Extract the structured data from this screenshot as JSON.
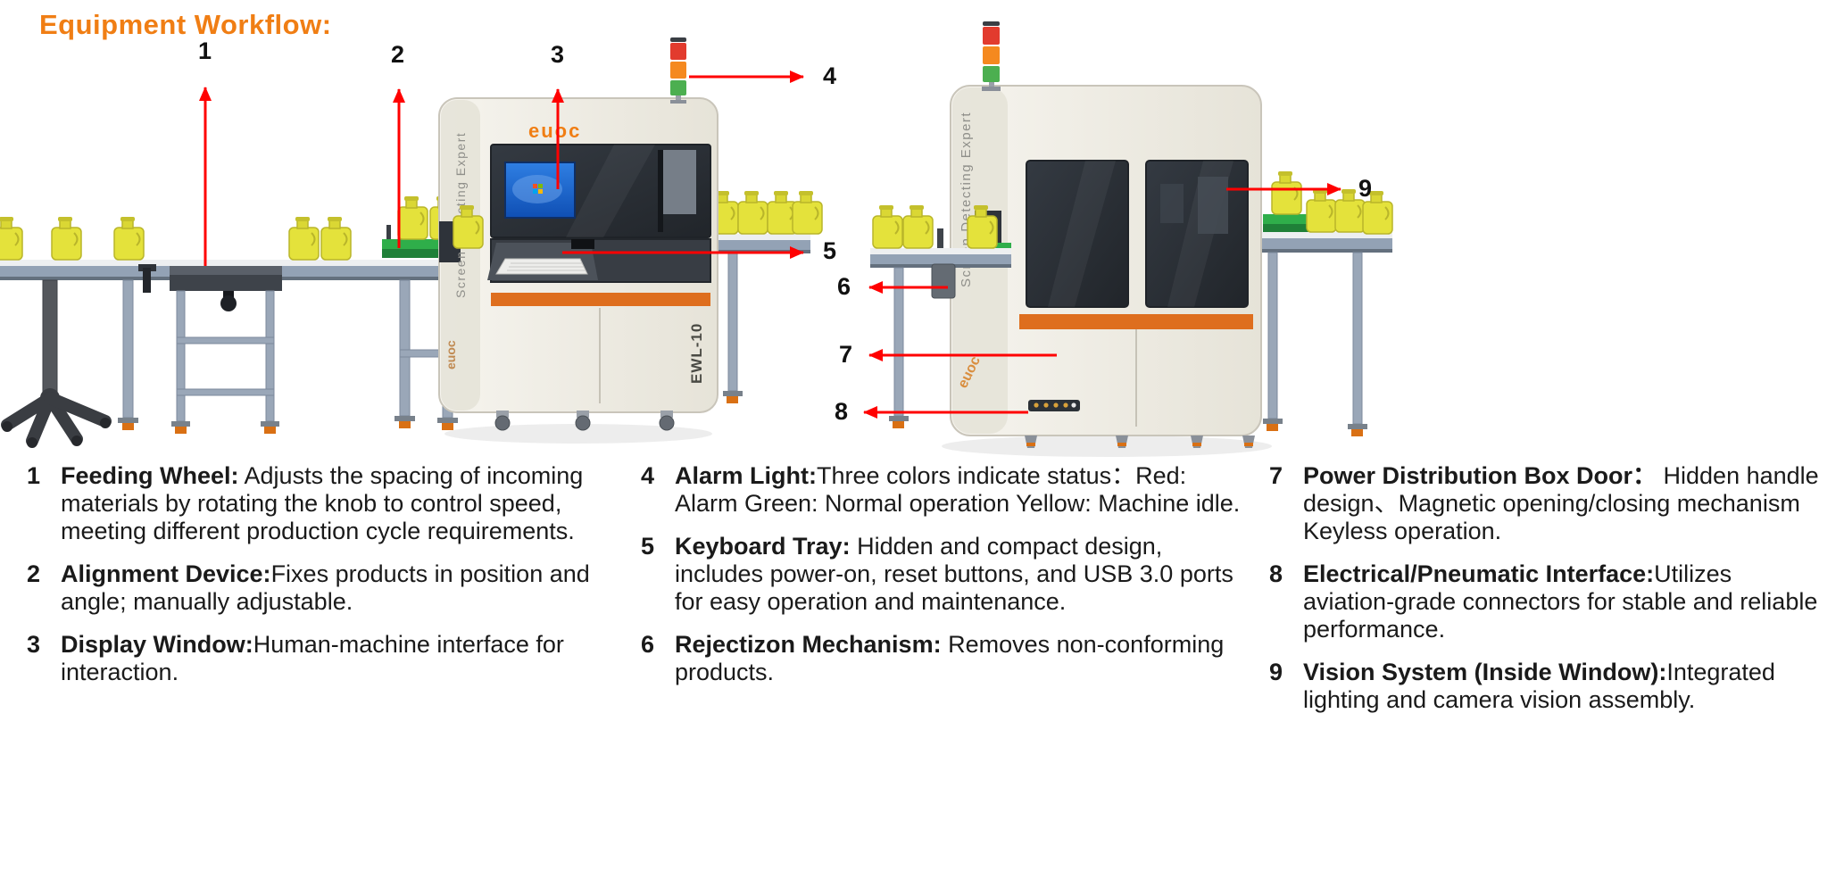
{
  "title": "Equipment Workflow:",
  "illustration": {
    "machine1": {
      "brand": "euoc",
      "side_text": "Screen Detecting Expert",
      "model": "EWL-10",
      "brand_side": "euoc"
    },
    "machine2": {
      "side_text": "Screen Detecting Expert",
      "brand_side": "euoc"
    }
  },
  "colors": {
    "accent_orange": "#F07E14",
    "arrow_red": "#FF0000",
    "machine_body": "#EFECE4",
    "stripe_orange": "#DE6E1E",
    "jug_yellow": "#E4E23B",
    "alarm_red": "#E23B2E",
    "alarm_orange": "#F5891F",
    "alarm_green": "#4CAF50"
  },
  "callouts": [
    {
      "num": "1"
    },
    {
      "num": "2"
    },
    {
      "num": "3"
    },
    {
      "num": "4"
    },
    {
      "num": "5"
    },
    {
      "num": "6"
    },
    {
      "num": "7"
    },
    {
      "num": "8"
    },
    {
      "num": "9"
    }
  ],
  "legend": [
    {
      "num": "1",
      "term": "Feeding Wheel:",
      "desc": " Adjusts the spacing of incoming materials by rotating the knob to control speed, meeting different production cycle requirements."
    },
    {
      "num": "2",
      "term": "Alignment Device:",
      "desc": "Fixes products in position and angle; manually adjustable."
    },
    {
      "num": "3",
      "term": "Display Window:",
      "desc": "Human-machine interface for interaction."
    },
    {
      "num": "4",
      "term": "Alarm Light:",
      "desc": "Three colors indicate status：Red: Alarm Green: Normal operation Yellow: Machine idle."
    },
    {
      "num": "5",
      "term": "Keyboard Tray:",
      "desc": " Hidden and compact design, includes power-on, reset buttons, and USB 3.0 ports for easy operation and maintenance."
    },
    {
      "num": "6",
      "term": "Rejectizon Mechanism:",
      "desc": " Removes non-conforming products."
    },
    {
      "num": "7",
      "term": "Power Distribution Box Door：",
      "desc": " Hidden handle design、Magnetic opening/closing mechanism Keyless operation."
    },
    {
      "num": "8",
      "term": "Electrical/Pneumatic Interface:",
      "desc": "Utilizes aviation-grade connectors for stable and reliable performance."
    },
    {
      "num": "9",
      "term": "Vision System (Inside Window):",
      "desc": "Integrated lighting and camera vision assembly."
    }
  ]
}
